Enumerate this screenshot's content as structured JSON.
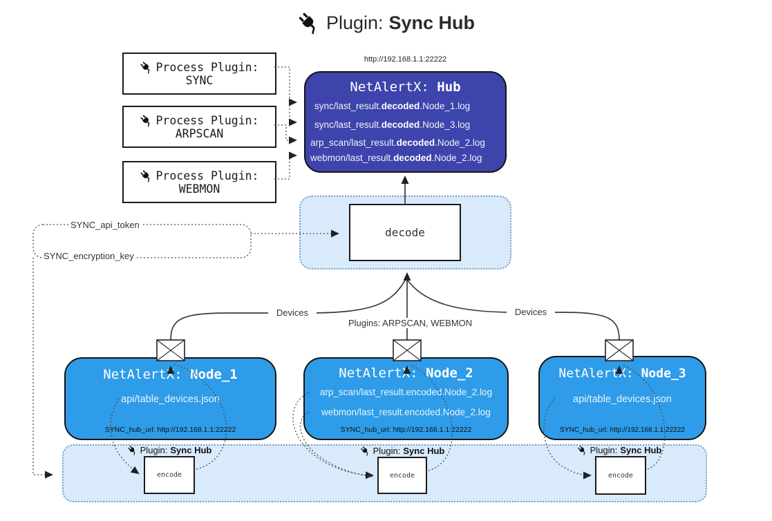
{
  "title": {
    "prefix": "Plugin:",
    "name": "Sync Hub"
  },
  "hub": {
    "url": "http://192.168.1.1:22222",
    "title_prefix": "NetAlertX:",
    "title_name": "Hub",
    "files": [
      {
        "pre": "sync/last_result.",
        "bold": "decoded",
        "post": ".Node_1.log"
      },
      {
        "pre": "sync/last_result.",
        "bold": "decoded",
        "post": ".Node_3.log"
      },
      {
        "pre": "arp_scan/last_result.",
        "bold": "decoded",
        "post": ".Node_2.log"
      },
      {
        "pre": "webmon/last_result.",
        "bold": "decoded",
        "post": ".Node_2.log"
      }
    ]
  },
  "process_plugins": [
    {
      "label": "Process Plugin:",
      "name": "SYNC"
    },
    {
      "label": "Process Plugin:",
      "name": "ARPSCAN"
    },
    {
      "label": "Process Plugin:",
      "name": "WEBMON"
    }
  ],
  "settings": {
    "api_token": "SYNC_api_token",
    "encryption_key": "SYNC_encryption_key"
  },
  "decode_label": "decode",
  "edges": {
    "devices_left": "Devices",
    "devices_right": "Devices",
    "plugins_center": "Plugins: ARPSCAN, WEBMON"
  },
  "nodes": [
    {
      "title_prefix": "NetAlertX:",
      "title_name": "Node_1",
      "files": [
        "api/table_devices.json"
      ],
      "hub_url": "SYNC_hub_url: http://192.168.1.1:22222"
    },
    {
      "title_prefix": "NetAlertX:",
      "title_name": "Node_2",
      "files": [
        "arp_scan/last_result.encoded.Node_2.log",
        "webmon/last_result.encoded.Node_2.log"
      ],
      "hub_url": "SYNC_hub_url: http://192.168.1.1:22222"
    },
    {
      "title_prefix": "NetAlertX:",
      "title_name": "Node_3",
      "files": [
        "api/table_devices.json"
      ],
      "hub_url": "SYNC_hub_url: http://192.168.1.1:22222"
    }
  ],
  "encoders": {
    "plugin_prefix": "Plugin:",
    "plugin_name": "Sync Hub",
    "box_label": "encode"
  },
  "colors": {
    "hub_bg": "#3D44AC",
    "node_bg": "#2E9CE8",
    "container_bg": "#D9EAFB",
    "container_border": "#7C9EC9",
    "line": "#333333"
  }
}
